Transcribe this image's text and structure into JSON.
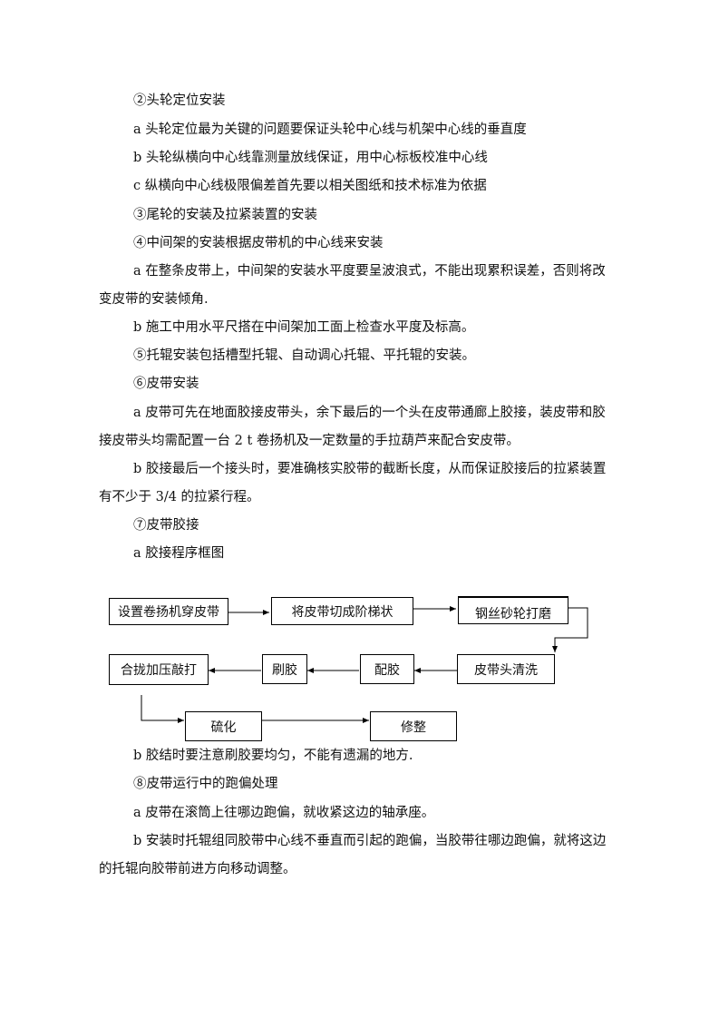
{
  "paragraphs": {
    "p1": "②头轮定位安装",
    "p2": "a 头轮定位最为关键的问题要保证头轮中心线与机架中心线的垂直度",
    "p3": "b 头轮纵横向中心线靠测量放线保证，用中心标板校准中心线",
    "p4": "c 纵横向中心线极限偏差首先要以相关图纸和技术标准为依据",
    "p5": "③尾轮的安装及拉紧装置的安装",
    "p6": "④中间架的安装根据皮带机的中心线来安装",
    "p7a": "a 在整条皮带上，中间架的安装水平度要呈波浪式，不能出现累积误差，否则将改",
    "p7b": "变皮带的安装倾角.",
    "p8": "b 施工中用水平尺搭在中间架加工面上检查水平度及标高。",
    "p9": "⑤托辊安装包括槽型托辊、自动调心托辊、平托辊的安装。",
    "p10": "⑥皮带安装",
    "p11a": "a 皮带可先在地面胶接皮带头，余下最后的一个头在皮带通廊上胶接，装皮带和胶",
    "p11b": "接皮带头均需配置一台 2 t 卷扬机及一定数量的手拉葫芦来配合安皮带。",
    "p12a": "b 胶接最后一个接头时，要准确核实胶带的截断长度，从而保证胶接后的拉紧装置",
    "p12b": "有不少于 3/4 的拉紧行程。",
    "p13": "⑦皮带胶接",
    "p14": "a 胶接程序框图",
    "p15": "b 胶结时要注意刷胶要均匀，不能有遗漏的地方.",
    "p16": "⑧皮带运行中的跑偏处理",
    "p17": "a 皮带在滚筒上往哪边跑偏，就收紧这边的轴承座。",
    "p18a": "b 安装时托辊组同胶带中心线不垂直而引起的跑偏，当胶带往哪边跑偏，就将这边",
    "p18b": "的托辊向胶带前进方向移动调整。"
  },
  "flowchart": {
    "steps": {
      "s1": "设置卷扬机穿皮带",
      "s2": "将皮带切成阶梯状",
      "s3": "钢丝砂轮打磨",
      "s4": "皮带头清洗",
      "s5": "配胶",
      "s6": "刷胶",
      "s7": "合拢加压敲打",
      "s8": "硫化",
      "s9": "修整"
    }
  }
}
